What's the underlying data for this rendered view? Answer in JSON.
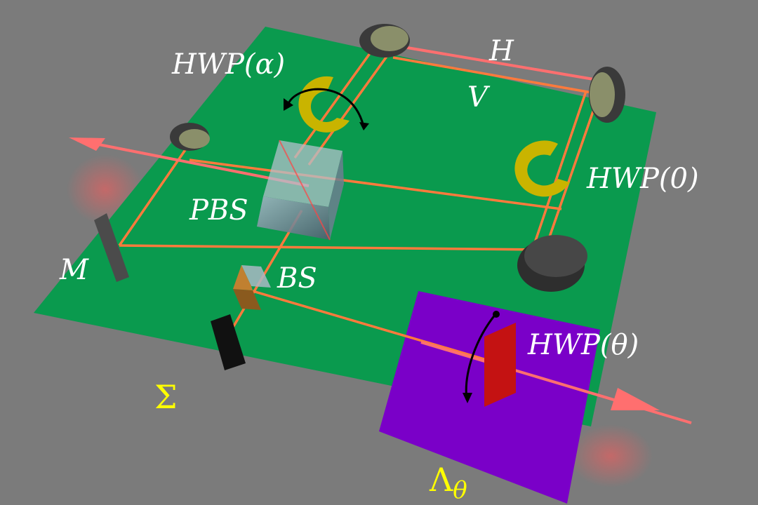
{
  "labels": {
    "hwp_alpha": "HWP(α)",
    "h": "H",
    "v": "V",
    "hwp_zero": "HWP(0)",
    "pbs": "PBS",
    "m": "M",
    "bs": "BS",
    "hwp_theta": "HWP(θ)",
    "sigma": "Σ",
    "lambda_theta_main": "Λ",
    "lambda_theta_sub": "θ"
  },
  "colors": {
    "background": "#7b7b7b",
    "table_green": "#0a9a4e",
    "region_purple": "#7a00c8",
    "beam_orange": "#ff7a3c",
    "beam_pink": "#ff6f6f",
    "waveplate_yellow": "#c9b400",
    "waveplate_red": "#c41212",
    "label_white": "#ffffff",
    "label_yellow": "#ffff00"
  }
}
